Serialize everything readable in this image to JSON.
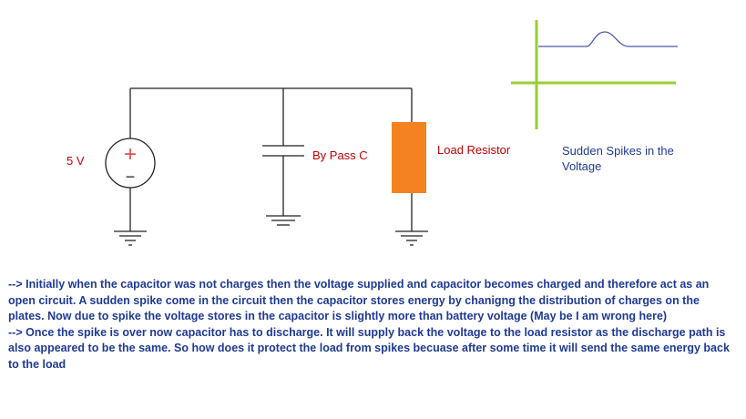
{
  "labels": {
    "voltage": "5 V",
    "bypass": "By Pass C",
    "load": "Load Resistor",
    "spikes": "Sudden Spikes in the Voltage"
  },
  "source_symbols": {
    "plus": "+",
    "minus": "−"
  },
  "notes": [
    "--> Initially when the capacitor was not charges then the voltage supplied and capacitor becomes charged and therefore act as an open circuit. A sudden spike come in the circuit then the capacitor stores energy by chanigng the distribution of charges on the plates. Now due to spike the voltage stores in the capacitor is slightly more than battery voltage (May be I am wrong here)",
    "--> Once the spike is over now capacitor has to discharge. It will supply back the voltage to the load resistor as the discharge path is also appeared to be the same. So how does it protect the load from spikes becuase after some time it will send the same energy back to the load"
  ],
  "colors": {
    "wire": "#222222",
    "label": "#c00000",
    "note": "#1f3a93",
    "resistor": "#f58220",
    "axes": "#9acd32",
    "waveform": "#4a5aa8",
    "source_plus": "#e05050"
  }
}
